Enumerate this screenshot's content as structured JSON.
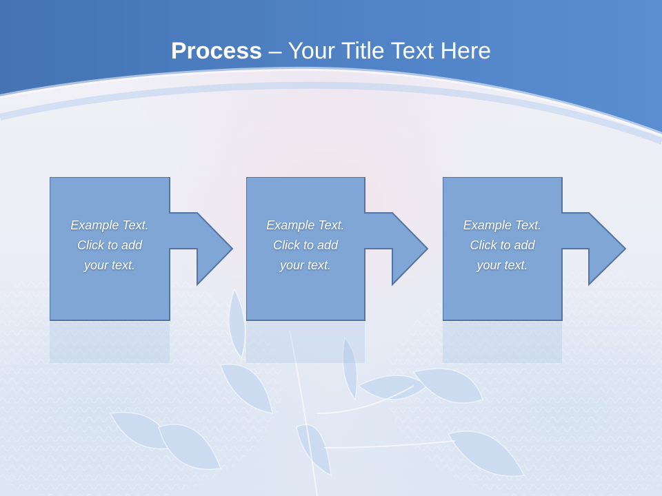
{
  "title": {
    "bold": "Process",
    "separator": " – ",
    "rest": "Your Title Text Here"
  },
  "steps": [
    {
      "lines": [
        "Example Text.",
        "Click  to add",
        "your text."
      ]
    },
    {
      "lines": [
        "Example Text.",
        "Click  to add",
        "your text."
      ]
    },
    {
      "lines": [
        "Example Text.",
        "Click  to add",
        "your text."
      ]
    }
  ],
  "colors": {
    "header": "#4a7fc0",
    "box_fill": "#7fa6d4",
    "box_stroke": "#5273a3",
    "title_text": "#ffffff"
  }
}
